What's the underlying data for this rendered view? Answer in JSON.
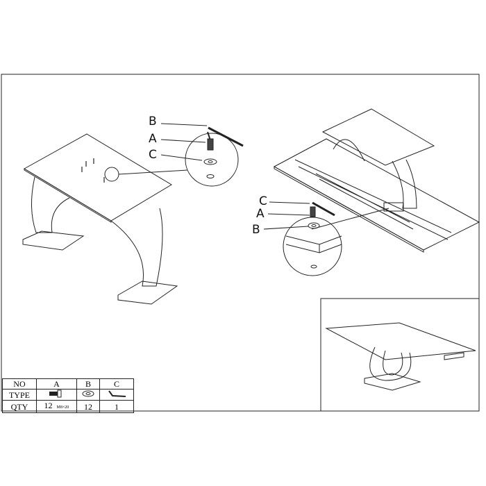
{
  "callouts_left": {
    "b": "B",
    "a": "A",
    "c": "C"
  },
  "callouts_right": {
    "c": "C",
    "a": "A",
    "b": "B"
  },
  "parts_table": {
    "headers": [
      "NO",
      "A",
      "B",
      "C"
    ],
    "type_label": "TYPE",
    "type_icons": [
      "bolt-icon",
      "washer-icon",
      "allen-key-icon"
    ],
    "qty_label": "QTY",
    "qty": [
      "12",
      "12",
      "1"
    ],
    "bolt_size": "M8×20"
  }
}
